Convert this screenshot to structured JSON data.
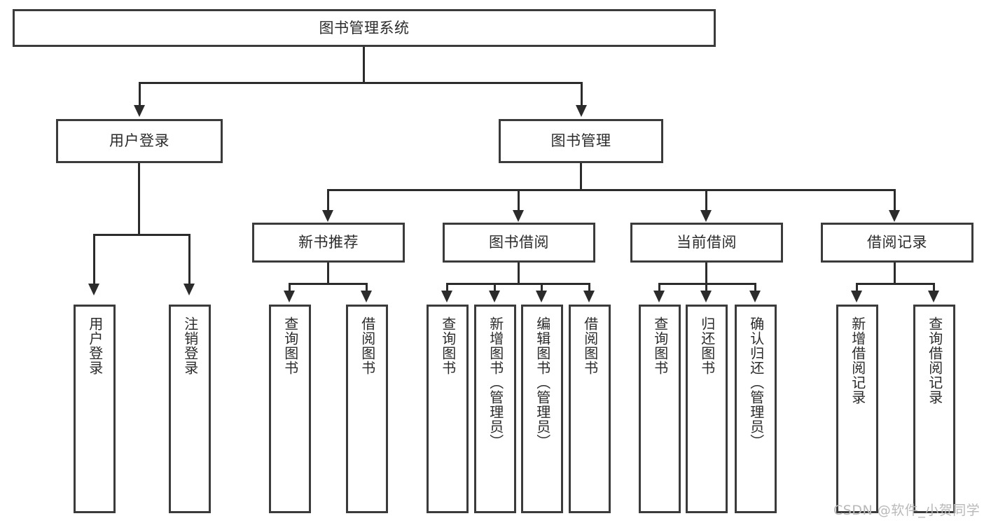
{
  "diagram": {
    "title": "图书管理系统",
    "type": "functional-structure-tree",
    "watermark": "CSDN @软件_小贺同学",
    "colors": {
      "stroke": "#2b2b2b",
      "box_border": "#3b3b3b",
      "box_fill": "#ffffff",
      "text": "#2b2b2b",
      "watermark": "#b9b9b9",
      "background": "#ffffff"
    }
  },
  "nodes": {
    "root": {
      "label": "图书管理系统",
      "level": 1
    },
    "level2": [
      {
        "id": "user-login",
        "label": "用户登录"
      },
      {
        "id": "book-management",
        "label": "图书管理"
      }
    ],
    "level3": [
      {
        "id": "new-book-recommend",
        "label": "新书推荐",
        "parent": "book-management"
      },
      {
        "id": "book-borrow",
        "label": "图书借阅",
        "parent": "book-management"
      },
      {
        "id": "current-borrow",
        "label": "当前借阅",
        "parent": "book-management"
      },
      {
        "id": "borrow-record",
        "label": "借阅记录",
        "parent": "book-management"
      }
    ],
    "leaves": [
      {
        "id": "leaf-user-login",
        "label": "用户登录",
        "parent": "user-login"
      },
      {
        "id": "leaf-logout-login",
        "label": "注销登录",
        "parent": "user-login"
      },
      {
        "id": "leaf-query-book-1",
        "label": "查询图书",
        "parent": "new-book-recommend"
      },
      {
        "id": "leaf-borrow-book-1",
        "label": "借阅图书",
        "parent": "new-book-recommend"
      },
      {
        "id": "leaf-query-book-2",
        "label": "查询图书",
        "parent": "book-borrow"
      },
      {
        "id": "leaf-add-book",
        "label": "新增图书（管理员）",
        "parent": "book-borrow"
      },
      {
        "id": "leaf-edit-book",
        "label": "编辑图书（管理员）",
        "parent": "book-borrow"
      },
      {
        "id": "leaf-borrow-book-2",
        "label": "借阅图书",
        "parent": "book-borrow"
      },
      {
        "id": "leaf-query-book-3",
        "label": "查询图书",
        "parent": "current-borrow"
      },
      {
        "id": "leaf-return-book",
        "label": "归还图书",
        "parent": "current-borrow"
      },
      {
        "id": "leaf-confirm-return",
        "label": "确认归还（管理员）",
        "parent": "current-borrow"
      },
      {
        "id": "leaf-add-record",
        "label": "新增借阅记录",
        "parent": "borrow-record"
      },
      {
        "id": "leaf-query-record",
        "label": "查询借阅记录",
        "parent": "borrow-record"
      }
    ]
  }
}
